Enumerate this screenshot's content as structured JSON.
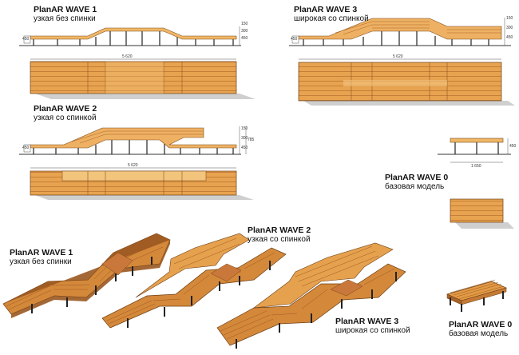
{
  "labels": {
    "wave1_top": {
      "title": "PlanAR WAVE 1",
      "subtitle": "узкая без спинки"
    },
    "wave3_top": {
      "title": "PlanAR WAVE 3",
      "subtitle": "широкая со спинкой"
    },
    "wave2_top": {
      "title": "PlanAR WAVE 2",
      "subtitle": "узкая со спинкой"
    },
    "wave0_top": {
      "title": "PlanAR WAVE 0",
      "subtitle": "базовая модель"
    },
    "wave1_iso": {
      "title": "PlanAR WAVE 1",
      "subtitle": "узкая без спинки"
    },
    "wave2_iso": {
      "title": "PlanAR WAVE 2",
      "subtitle": "узкая со спинкой"
    },
    "wave3_iso": {
      "title": "PlanAR WAVE 3",
      "subtitle": "широкая со спинкой"
    },
    "wave0_iso": {
      "title": "PlanAR WAVE 0",
      "subtitle": "базовая модель"
    }
  },
  "dimensions": {
    "wave1_length": "5 620",
    "wave3_length": "5 620",
    "wave2_length": "5 620",
    "wave0_length": "1 650",
    "wave0_height": "450",
    "wave1_h_left": "450",
    "wave1_h_a": "150",
    "wave1_h_b": "300",
    "wave1_h_c": "450",
    "wave3_h_left": "450",
    "wave3_h_a": "150",
    "wave3_h_b": "300",
    "wave3_h_c": "450",
    "wave2_h_left": "450",
    "wave2_h_a": "150",
    "wave2_h_b": "300",
    "wave2_h_c": "450",
    "wave2_h_total": "785"
  },
  "colors": {
    "wood": "#e39a45",
    "wood_light": "#f0b867",
    "wood_dark": "#b8702c",
    "shadow": "#bdbdbd",
    "leg": "#2a2a2a"
  }
}
